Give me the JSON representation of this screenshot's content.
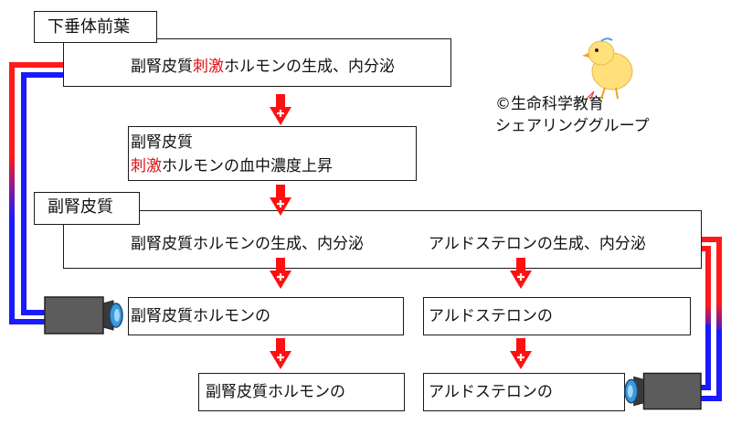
{
  "nodes": {
    "pituitary_title": "下垂体前葉",
    "acth_prefix": "副腎皮質",
    "acth_red": "刺激",
    "acth_suffix": "ホルモンの生成、内分泌",
    "blood_line1": "副腎皮質",
    "blood_red": "刺激",
    "blood_suffix": "ホルモンの血中濃度上昇",
    "adrenal_title": "副腎皮質",
    "cortical_secretion": "副腎皮質ホルモンの生成、内分泌",
    "aldosterone_secretion": "アルドステロンの生成、内分泌",
    "cortical_left_1": "副腎皮質ホルモンの",
    "cortical_left_2": "副腎皮質ホルモンの",
    "aldo_right_1": "アルドステロンの",
    "aldo_right_2": "アルドステロンの"
  },
  "credit": {
    "line1": "©生命科学教育",
    "line2": "シェアリンググループ"
  },
  "colors": {
    "text_red": "#e01010",
    "line_red": "#ff1a1a",
    "line_blue": "#1a1aff",
    "arrow_red": "#ff1010",
    "device_gray": "#5c5c5c",
    "lens_blue": "#3a9ad9"
  },
  "icons": {
    "down_arrow": "plus-down-arrow-icon",
    "device": "camera-device-icon",
    "mascot": "chick-mascot-icon"
  }
}
